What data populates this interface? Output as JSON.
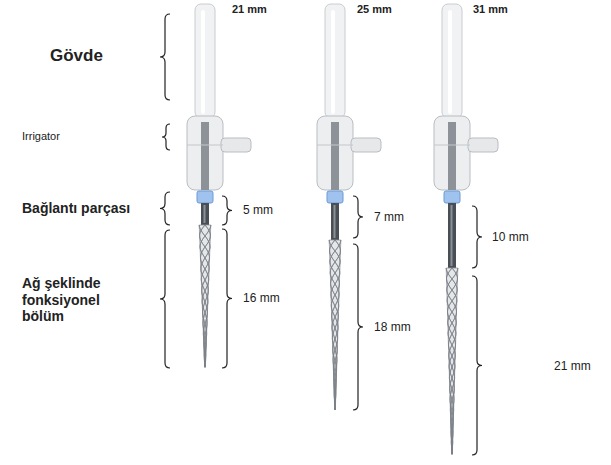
{
  "diagram": {
    "labels": [
      "21 mm",
      "25 mm",
      "31 mm",
      "Gövde",
      "Irrigator",
      "Bağlantı parçası",
      "Ağ şeklinde fonksiyonel bölüm",
      "5 mm",
      "16 mm",
      "7 mm",
      "18 mm",
      "10 mm",
      "21 mm"
    ]
  }
}
